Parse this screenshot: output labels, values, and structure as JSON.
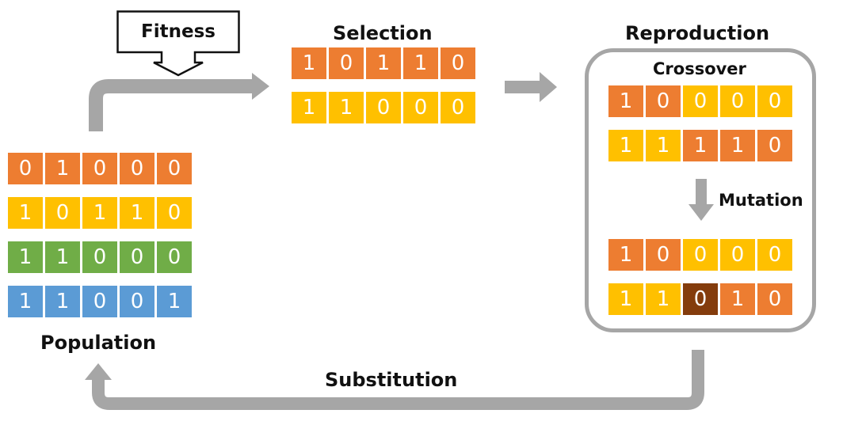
{
  "labels": {
    "fitness": "Fitness",
    "selection": "Selection",
    "reproduction": "Reproduction",
    "crossover": "Crossover",
    "mutation": "Mutation",
    "population": "Population",
    "substitution": "Substitution"
  },
  "colors": {
    "orange": "#ed7d31",
    "yellow": "#ffc000",
    "green": "#70ad47",
    "blue": "#5b9bd5",
    "brown": "#843c0c",
    "arrow_gray": "#a6a6a6"
  },
  "population": [
    {
      "bits": [
        "0",
        "1",
        "0",
        "0",
        "0"
      ],
      "colors": [
        "orange",
        "orange",
        "orange",
        "orange",
        "orange"
      ]
    },
    {
      "bits": [
        "1",
        "0",
        "1",
        "1",
        "0"
      ],
      "colors": [
        "yellow",
        "yellow",
        "yellow",
        "yellow",
        "yellow"
      ]
    },
    {
      "bits": [
        "1",
        "1",
        "0",
        "0",
        "0"
      ],
      "colors": [
        "green",
        "green",
        "green",
        "green",
        "green"
      ]
    },
    {
      "bits": [
        "1",
        "1",
        "0",
        "0",
        "1"
      ],
      "colors": [
        "blue",
        "blue",
        "blue",
        "blue",
        "blue"
      ]
    }
  ],
  "selection": [
    {
      "bits": [
        "1",
        "0",
        "1",
        "1",
        "0"
      ],
      "colors": [
        "orange",
        "orange",
        "orange",
        "orange",
        "orange"
      ]
    },
    {
      "bits": [
        "1",
        "1",
        "0",
        "0",
        "0"
      ],
      "colors": [
        "yellow",
        "yellow",
        "yellow",
        "yellow",
        "yellow"
      ]
    }
  ],
  "crossover": [
    {
      "bits": [
        "1",
        "0",
        "0",
        "0",
        "0"
      ],
      "colors": [
        "orange",
        "orange",
        "yellow",
        "yellow",
        "yellow"
      ]
    },
    {
      "bits": [
        "1",
        "1",
        "1",
        "1",
        "0"
      ],
      "colors": [
        "yellow",
        "yellow",
        "orange",
        "orange",
        "orange"
      ]
    }
  ],
  "mutation": [
    {
      "bits": [
        "1",
        "0",
        "0",
        "0",
        "0"
      ],
      "colors": [
        "orange",
        "orange",
        "yellow",
        "yellow",
        "yellow"
      ]
    },
    {
      "bits": [
        "1",
        "1",
        "0",
        "1",
        "0"
      ],
      "colors": [
        "yellow",
        "yellow",
        "brown",
        "orange",
        "orange"
      ]
    }
  ]
}
